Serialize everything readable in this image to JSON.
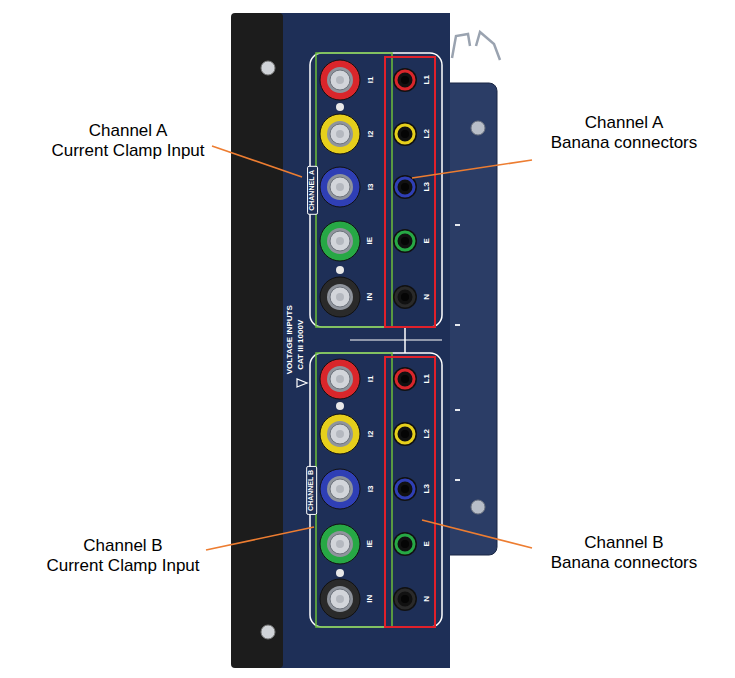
{
  "diagram": {
    "nodes": [
      {
        "text": [
          "CHANNEL A"
        ]
      },
      {
        "text": [
          "CHANNEL B"
        ]
      }
    ],
    "labels": [
      "Channel A Current Clamp Input",
      "Channel A Banana connectors",
      "I1",
      "I2",
      "I3",
      "IE",
      "IN",
      "L1",
      "L2",
      "L3",
      "E",
      "N",
      "VOLTAGE INPUTS",
      "CAT III 1000V",
      "I1",
      "I2",
      "I3",
      "IE",
      "IN",
      "L1",
      "L2",
      "L3",
      "E",
      "N",
      "Channel B Current Clamp Input",
      "Channel B Banana connectors"
    ]
  }
}
